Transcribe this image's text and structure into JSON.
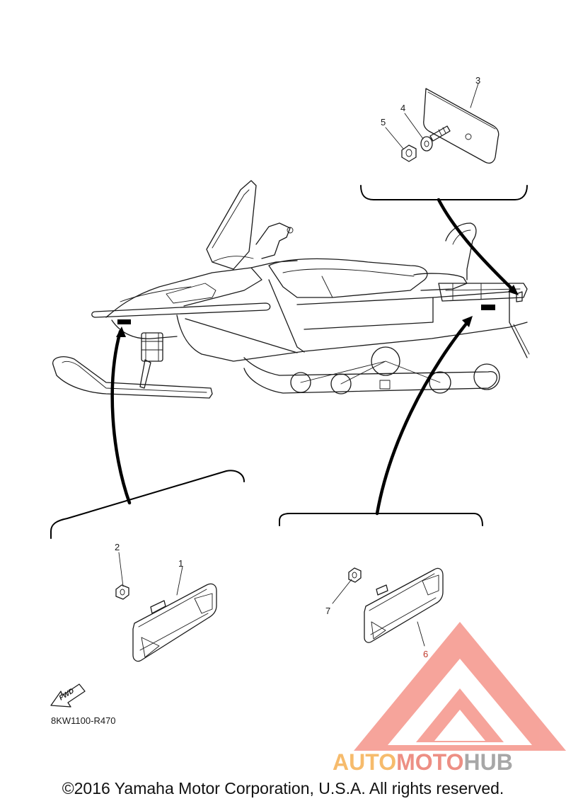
{
  "diagram": {
    "part_code": "8KW1100-R470",
    "direction_label": "FWD",
    "callouts": [
      "1",
      "2",
      "3",
      "4",
      "5",
      "6",
      "7"
    ]
  },
  "watermark": {
    "part1": "AUTO",
    "part2": "MOTO",
    "part3": "HUB",
    "color_primary": "#f4a53c",
    "color_secondary": "#e86a5c",
    "color_tertiary": "#8a8a8a"
  },
  "footer": {
    "copyright": "©2016 Yamaha Motor Corporation, U.S.A. All rights reserved."
  }
}
